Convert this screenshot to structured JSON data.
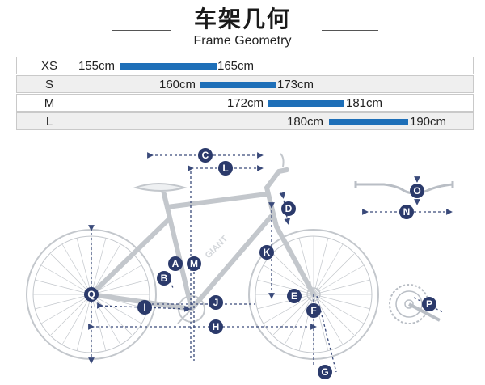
{
  "title": {
    "zh": "车架几何",
    "en": "Frame Geometry"
  },
  "sizes": [
    {
      "label": "XS",
      "min": "155cm",
      "max": "165cm",
      "min_val": 155,
      "max_val": 165
    },
    {
      "label": "S",
      "min": "160cm",
      "max": "173cm",
      "min_val": 160,
      "max_val": 173
    },
    {
      "label": "M",
      "min": "172cm",
      "max": "181cm",
      "min_val": 172,
      "max_val": 181
    },
    {
      "label": "L",
      "min": "180cm",
      "max": "190cm",
      "min_val": 180,
      "max_val": 190
    }
  ],
  "frame_brand": "GIANT",
  "measurement_markers": [
    "A",
    "B",
    "C",
    "D",
    "E",
    "F",
    "G",
    "H",
    "I",
    "J",
    "K",
    "L",
    "M",
    "N",
    "O",
    "P",
    "Q"
  ],
  "colors": {
    "bar": "#1e6fb8",
    "marker": "#2b3a6b",
    "bike_line": "#b9bec5",
    "dim_line": "#3a4a7a"
  }
}
